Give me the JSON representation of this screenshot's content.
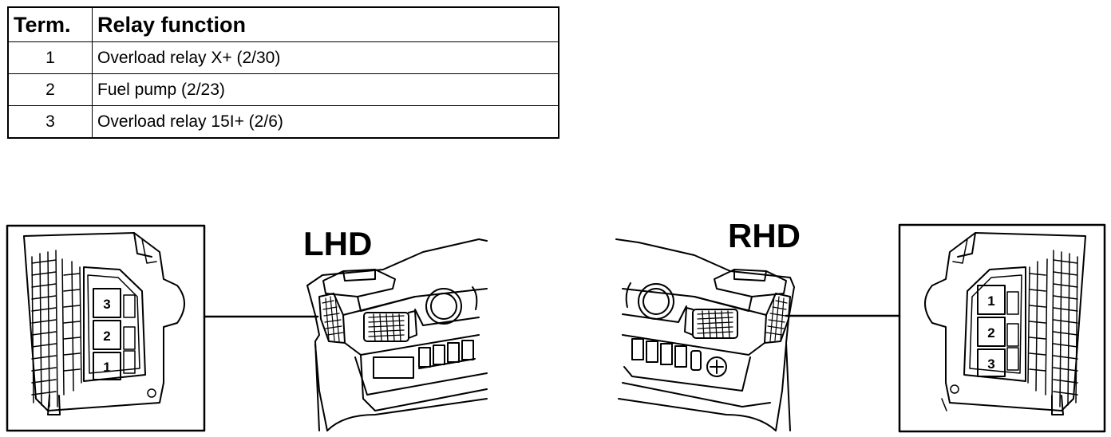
{
  "table": {
    "headers": [
      "Term.",
      "Relay function"
    ],
    "rows": [
      {
        "term": "1",
        "function": "Overload relay X+ (2/30)"
      },
      {
        "term": "2",
        "function": "Fuel pump (2/23)"
      },
      {
        "term": "3",
        "function": "Overload relay 15I+ (2/6)"
      }
    ]
  },
  "lhd": {
    "label": "LHD",
    "relay_numbers": [
      "3",
      "2",
      "1"
    ]
  },
  "rhd": {
    "label": "RHD",
    "relay_numbers": [
      "1",
      "2",
      "3"
    ]
  }
}
